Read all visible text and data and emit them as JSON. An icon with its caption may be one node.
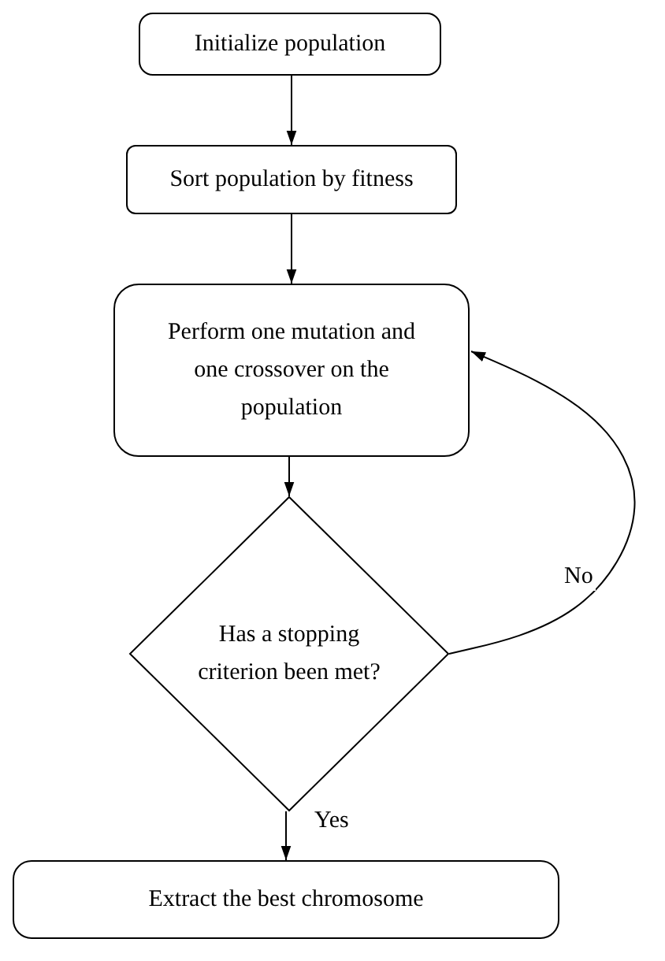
{
  "diagram": {
    "nodes": [
      {
        "text": [
          "Initialize population"
        ]
      },
      {
        "text": [
          "Sort population by fitness"
        ]
      },
      {
        "text": [
          "Perform one mutation and one crossover on the population"
        ]
      },
      {
        "text": [
          "Has a stopping criterion been met?"
        ]
      },
      {
        "text": [
          "Extract the best chromosome"
        ]
      }
    ],
    "edges": [
      {
        "from": 0,
        "to": 1,
        "arrow": "to"
      },
      {
        "from": 1,
        "to": 2,
        "arrow": "to"
      },
      {
        "from": 2,
        "to": 3,
        "arrow": "to"
      },
      {
        "from": 3,
        "to": 2,
        "arrow": "to",
        "label": "No"
      },
      {
        "from": 3,
        "to": 4,
        "arrow": "to",
        "label": "Yes"
      }
    ]
  }
}
